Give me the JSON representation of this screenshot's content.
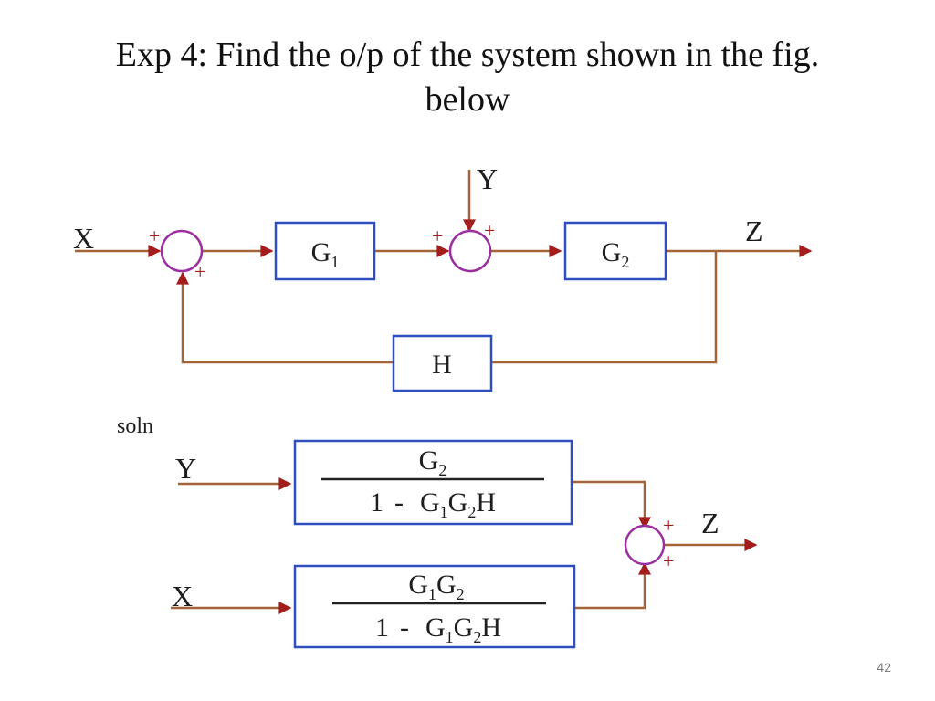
{
  "title": {
    "line1": "Exp 4: Find the o/p of the system shown in the fig.",
    "line2": "below"
  },
  "slide_number": "42",
  "colors": {
    "line": "#a2653a",
    "arrow": "#a31d1d",
    "block_border": "#2f4fbf",
    "junction": "#9b2fa0",
    "text": "#1e1e1e"
  },
  "diagram": {
    "x_input": "X",
    "y_input": "Y",
    "z_output": "Z",
    "g1": {
      "main": "G",
      "sub": "1"
    },
    "g2": {
      "main": "G",
      "sub": "2"
    },
    "h": "H",
    "plus": "+"
  },
  "solution": {
    "label": "soln",
    "y_input": "Y",
    "x_input": "X",
    "z_output": "Z",
    "plus": "+",
    "dash": "-",
    "one": "1",
    "g": "G",
    "h": "H",
    "sub1": "1",
    "sub2": "2"
  }
}
